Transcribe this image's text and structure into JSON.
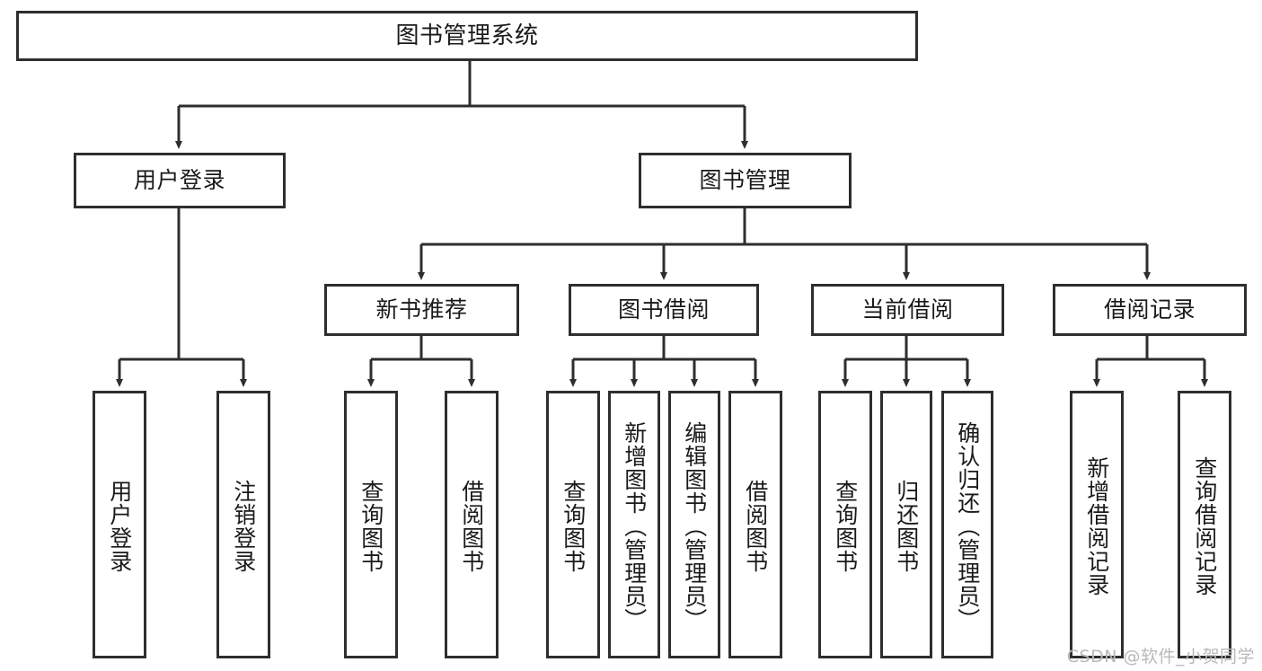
{
  "diagram": {
    "type": "tree",
    "title": "图书管理系统",
    "root": {
      "label": "图书管理系统"
    },
    "level2": [
      {
        "label": "用户登录"
      },
      {
        "label": "图书管理"
      }
    ],
    "level3": [
      {
        "label": "新书推荐"
      },
      {
        "label": "图书借阅"
      },
      {
        "label": "当前借阅"
      },
      {
        "label": "借阅记录"
      }
    ],
    "leaves": {
      "user_login": [
        {
          "label": "用户登录"
        },
        {
          "label": "注销登录"
        }
      ],
      "new_book": [
        {
          "label": "查询图书"
        },
        {
          "label": "借阅图书"
        }
      ],
      "borrow_book": [
        {
          "label": "查询图书"
        },
        {
          "label": "新增图书（管理员）"
        },
        {
          "label": "编辑图书（管理员）"
        },
        {
          "label": "借阅图书"
        }
      ],
      "current_borrow": [
        {
          "label": "查询图书"
        },
        {
          "label": "归还图书"
        },
        {
          "label": "确认归还（管理员）"
        }
      ],
      "borrow_record": [
        {
          "label": "新增借阅记录"
        },
        {
          "label": "查询借阅记录"
        }
      ]
    }
  },
  "watermark": {
    "text": "CSDN @软件_小贺同学"
  },
  "colors": {
    "stroke": "#2e2e2e",
    "fill": "#ffffff",
    "text": "#1a1a1a",
    "watermark": "#b9b9b9"
  }
}
